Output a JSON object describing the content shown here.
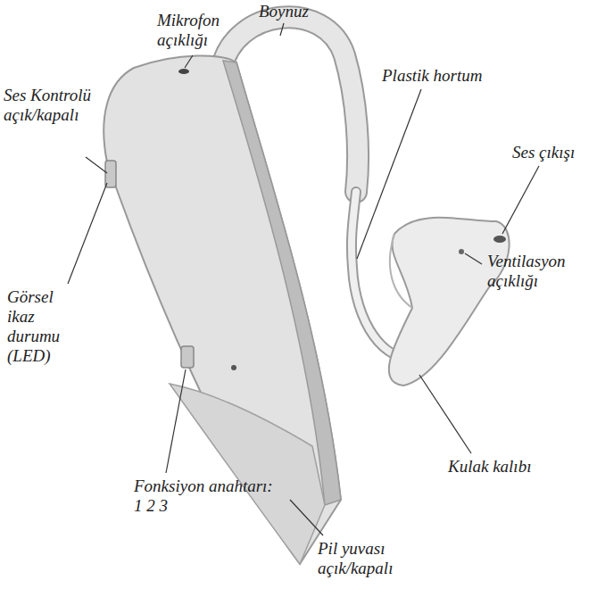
{
  "diagram": {
    "labels": [
      "Boynuz",
      "Mikrofon açıklığı",
      "Plastik hortum",
      "Ses Kontrolü açık/kapalı",
      "Ses çıkışı",
      "Ventilasyon açıklığı",
      "Görsel ikaz durumu (LED)",
      "Kulak kalıbı",
      "Fonksiyon anahtarı: 1 2 3",
      "Pil yuvası açık/kapalı"
    ]
  }
}
